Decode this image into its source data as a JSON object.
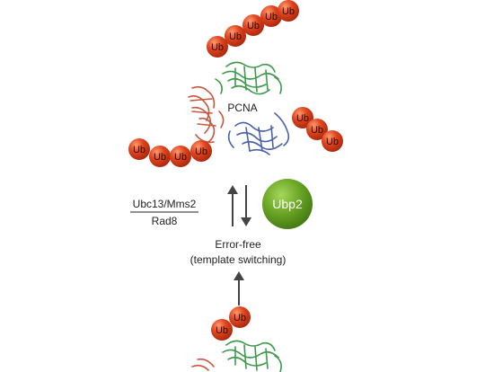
{
  "colors": {
    "ub_fill": "#e0451f",
    "ub_dark": "#a8260c",
    "ub_light": "#ff9a6e",
    "ubp2_fill": "#6aa524",
    "ubp2_dark": "#3f7410",
    "ubp2_light": "#a6d75a",
    "pcna_green": "#3e9a4a",
    "pcna_red": "#c8583f",
    "pcna_blue": "#4a62a8",
    "arrow": "#444444",
    "text": "#222222"
  },
  "ub_label": "Ub",
  "pcna_label": "PCNA",
  "enzyme": {
    "top": "Ubc13/Mms2",
    "bottom": "Rad8"
  },
  "ubp2_label": "Ubp2",
  "pathway": {
    "line1": "Error-free",
    "line2": "(template switching)"
  },
  "icons": {
    "pcna": "pcna-trimer-icon",
    "ubiquitin": "ubiquitin-bead-icon",
    "deubiquitinase": "ubp2-sphere-icon",
    "arrows": "arrow-icon"
  }
}
